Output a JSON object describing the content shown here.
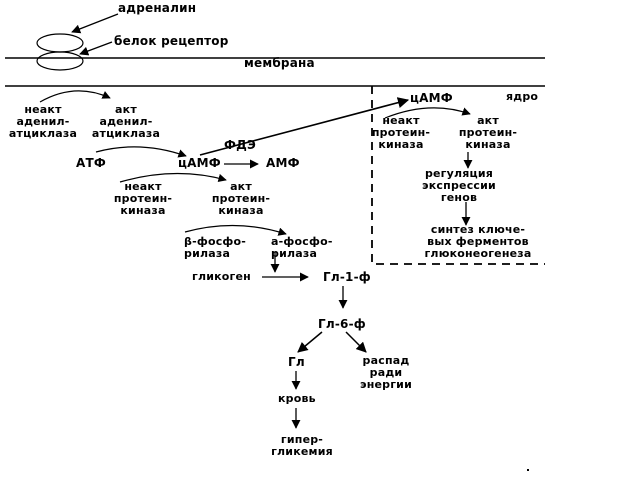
{
  "cell": {
    "adrenaline": "адреналин",
    "receptor": "белок рецептор",
    "membrane": "мембрана",
    "nucleus": "ядро"
  },
  "cytoplasm": {
    "inactive_ac": "неакт\nаденил-\nатциклаза",
    "active_ac": "акт\nаденил-\nатциклаза",
    "atp": "АТФ",
    "camp": "цАМФ",
    "pde": "ФДЭ",
    "amp": "АМФ",
    "inactive_pk": "неакт\nпротеин-\nкиназа",
    "active_pk": "акт\nпротеин-\nкиназа",
    "phosphorylase_b": "β-фосфо-\nрилаза",
    "phosphorylase_a": "а-фосфо-\nрилаза",
    "glycogen": "гликоген",
    "g1p": "Гл-1-ф",
    "g6p": "Гл-6-ф",
    "glucose": "Гл",
    "blood": "кровь",
    "hyperglycemia": "гипер-\nгликемия",
    "breakdown": "распад\nради\nэнергии"
  },
  "nucleus_pathway": {
    "camp": "цАМФ",
    "inactive_pk": "неакт\nпротеин-\nкиназа",
    "active_pk": "акт\nпротеин-\nкиназа",
    "gene_regulation": "регуляция\nэкспрессии\nгенов",
    "enzyme_synthesis": "синтез ключе-\nвых ферментов\nглюконеогенеза"
  },
  "colors": {
    "ink": "#000000",
    "background": "#ffffff"
  }
}
